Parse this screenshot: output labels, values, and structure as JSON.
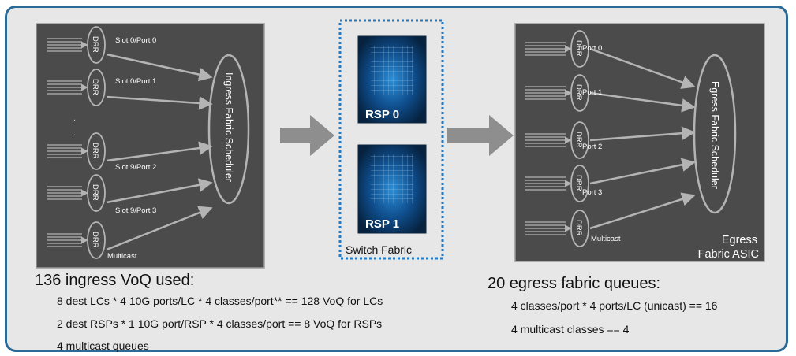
{
  "ingress": {
    "queue_ids": [
      "DRR",
      "DRR",
      "DRR",
      "DRR",
      "DRR"
    ],
    "port_labels": [
      "Slot 0/Port 0",
      "Slot 0/Port 1",
      "Slot 9/Port 2",
      "Slot 9/Port 3",
      "Multicast"
    ],
    "scheduler": "Ingress Fabric Scheduler",
    "ellipsis": [
      ".",
      "."
    ]
  },
  "fabric": {
    "rsp_labels": [
      "RSP 0",
      "RSP 1"
    ],
    "label": "Switch Fabric"
  },
  "egress": {
    "queue_ids": [
      "DRR",
      "DRR",
      "DRR",
      "DRR",
      "DRR"
    ],
    "port_labels": [
      "Port 0",
      "Port 1",
      "Port 2",
      "Port 3",
      "Multicast"
    ],
    "scheduler": "Egress Fabric Scheduler",
    "asic_line1": "Egress",
    "asic_line2": "Fabric ASIC"
  },
  "ingress_summary": {
    "title": "136 ingress VoQ used:",
    "lines": [
      "8 dest LCs * 4 10G ports/LC * 4 classes/port** == 128 VoQ for LCs",
      "2 dest RSPs * 1 10G port/RSP * 4 classes/port == 8 VoQ for RSPs",
      "4 multicast queues"
    ]
  },
  "egress_summary": {
    "title": "20 egress fabric queues:",
    "lines": [
      "4 classes/port * 4 ports/LC (unicast) == 16",
      "4 multicast classes == 4"
    ]
  },
  "colors": {
    "panel": "#4b4b4b",
    "frame_border": "#2b6a96",
    "background": "#e7e7e8",
    "fabric_border": "#1f7ac7",
    "arrow": "#8e8e8e"
  }
}
